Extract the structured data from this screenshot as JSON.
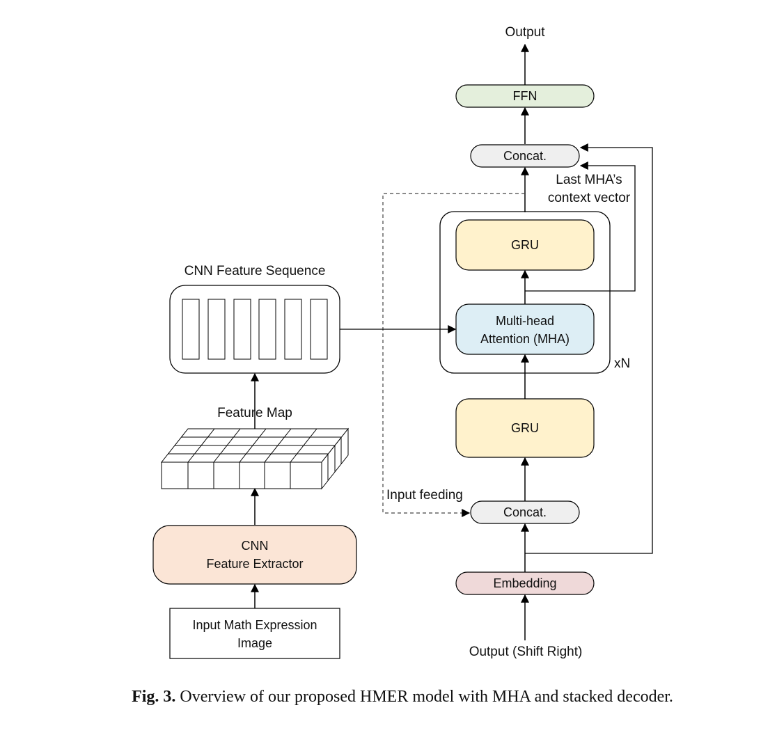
{
  "labels": {
    "output": "Output",
    "last_mha_line1": "Last MHA’s",
    "last_mha_line2": "context vector",
    "cnn_feature_sequence": "CNN Feature Sequence",
    "feature_map": "Feature Map",
    "input_feeding": "Input feeding",
    "xn": "xN",
    "output_shift_right": "Output (Shift Right)"
  },
  "boxes": {
    "ffn": "FFN",
    "concat_top": "Concat.",
    "gru_top": "GRU",
    "mha_line1": "Multi-head",
    "mha_line2": "Attention (MHA)",
    "gru_bottom": "GRU",
    "concat_bottom": "Concat.",
    "embedding": "Embedding",
    "cnn_line1": "CNN",
    "cnn_line2": "Feature Extractor",
    "input_line1": "Input Math Expression",
    "input_line2": "Image"
  },
  "colors": {
    "ffn": "#e4efdc",
    "concat": "#efefef",
    "gru": "#fff2cc",
    "mha": "#ddeef5",
    "embedding": "#efd9d9",
    "cnn": "#fbe5d6"
  },
  "caption": {
    "label": "Fig. 3.",
    "text": "Overview of our proposed HMER model with MHA and stacked decoder."
  }
}
